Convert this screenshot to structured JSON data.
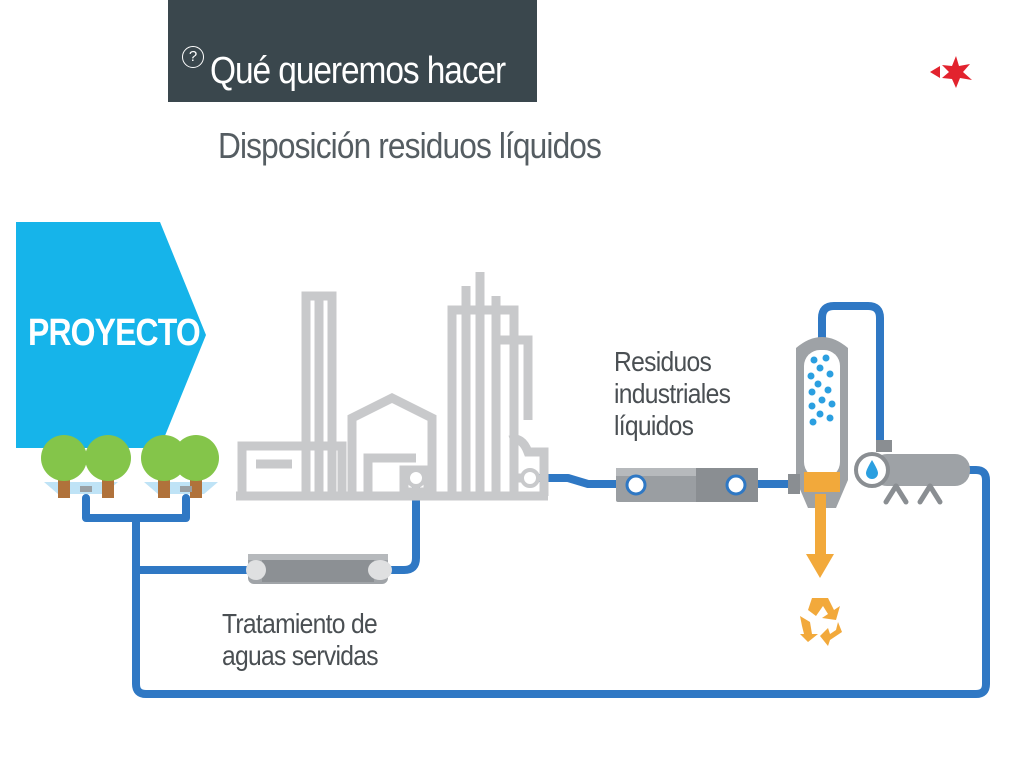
{
  "header": {
    "question_mark": "?",
    "title": "Qué queremos hacer"
  },
  "subtitle": "Disposición residuos líquidos",
  "project_label": "PROYECTO",
  "labels": {
    "residuos_line1": "Residuos",
    "residuos_line2": "industriales",
    "residuos_line3": "líquidos",
    "tratamiento_line1": "Tratamiento de",
    "tratamiento_line2": "aguas servidas"
  },
  "colors": {
    "header_bg": "#3a474d",
    "project_blue": "#16b4ea",
    "pipe_blue": "#2f78c4",
    "factory_gray": "#c8c9cb",
    "tree_green": "#84c54a",
    "recycle_orange": "#f2a93b",
    "logo_red": "#e2232e"
  },
  "icons": [
    "question-circle-icon",
    "logo-star-icon",
    "tree-icon",
    "factory-icon",
    "treatment-unit-icon",
    "filter-tower-icon",
    "pump-icon",
    "recycle-icon",
    "down-arrow-icon"
  ]
}
